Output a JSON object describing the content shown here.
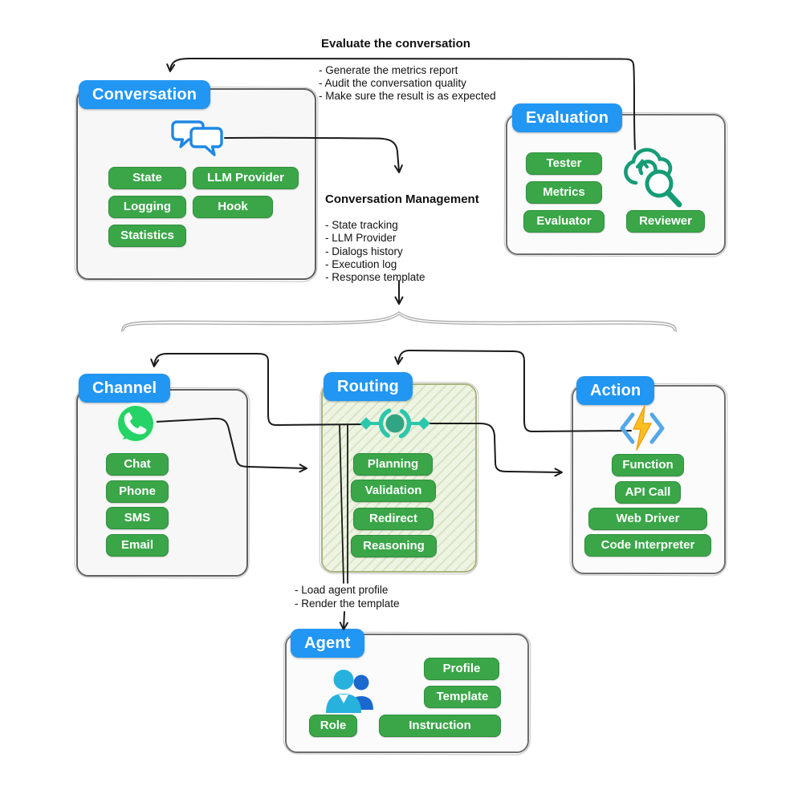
{
  "annotations": {
    "evaluate": {
      "title": "Evaluate the conversation",
      "bullets": [
        "- Generate the metrics report",
        "- Audit the conversation quality",
        "- Make sure the result is as expected"
      ]
    },
    "management": {
      "title": "Conversation Management",
      "bullets": [
        "- State tracking",
        "- LLM Provider",
        "- Dialogs history",
        "- Execution log",
        "- Response template"
      ]
    },
    "agent_prep": {
      "bullets": [
        "- Load agent profile",
        "- Render the template"
      ]
    }
  },
  "boxes": {
    "conversation": {
      "title": "Conversation",
      "icon": "chat-bubbles-icon",
      "pills": [
        "State",
        "LLM Provider",
        "Logging",
        "Hook",
        "Statistics"
      ]
    },
    "evaluation": {
      "title": "Evaluation",
      "icon": "cloud-search-icon",
      "pills": [
        "Tester",
        "Metrics",
        "Evaluator",
        "Reviewer"
      ]
    },
    "channel": {
      "title": "Channel",
      "icon": "whatsapp-icon",
      "pills": [
        "Chat",
        "Phone",
        "SMS",
        "Email"
      ]
    },
    "routing": {
      "title": "Routing",
      "icon": "routing-hub-icon",
      "pills": [
        "Planning",
        "Validation",
        "Redirect",
        "Reasoning"
      ]
    },
    "action": {
      "title": "Action",
      "icon": "azure-function-icon",
      "pills": [
        "Function",
        "API Call",
        "Web Driver",
        "Code Interpreter"
      ]
    },
    "agent": {
      "title": "Agent",
      "icon": "agents-icon",
      "pills": [
        "Profile",
        "Template",
        "Role",
        "Instruction"
      ]
    }
  },
  "colors": {
    "header_blue": "#2196f3",
    "pill_green": "#3aa648",
    "routing_fill": "#edf4e2",
    "routing_border": "#a9b37e",
    "hub_teal": "#2bc7ac",
    "hub_core_green": "#2fa583",
    "whatsapp_green": "#25d366",
    "azure_bracket_blue": "#54a7e8",
    "bolt_yellow": "#fbbf24",
    "eval_icon_green": "#159c77",
    "chat_icon_blue": "#1e88e5",
    "people_front_cyan": "#27b2de",
    "people_back_blue": "#1b69cf",
    "arrow_black": "#1a1a1a",
    "brace_gray": "#aeaeae"
  }
}
